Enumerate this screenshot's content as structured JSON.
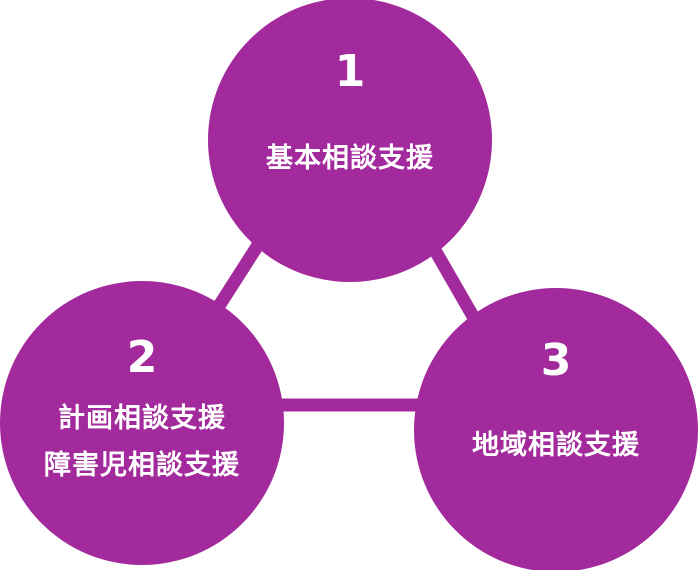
{
  "colors": {
    "circle_fill": "#a32a9c",
    "connector": "#a32a9c",
    "text": "#ffffff",
    "background": "#ffffff"
  },
  "nodes": [
    {
      "number": "1",
      "lines": [
        "基本相談支援"
      ]
    },
    {
      "number": "2",
      "lines": [
        "計画相談支援",
        "障害児相談支援"
      ]
    },
    {
      "number": "3",
      "lines": [
        "地域相談支援"
      ]
    }
  ]
}
